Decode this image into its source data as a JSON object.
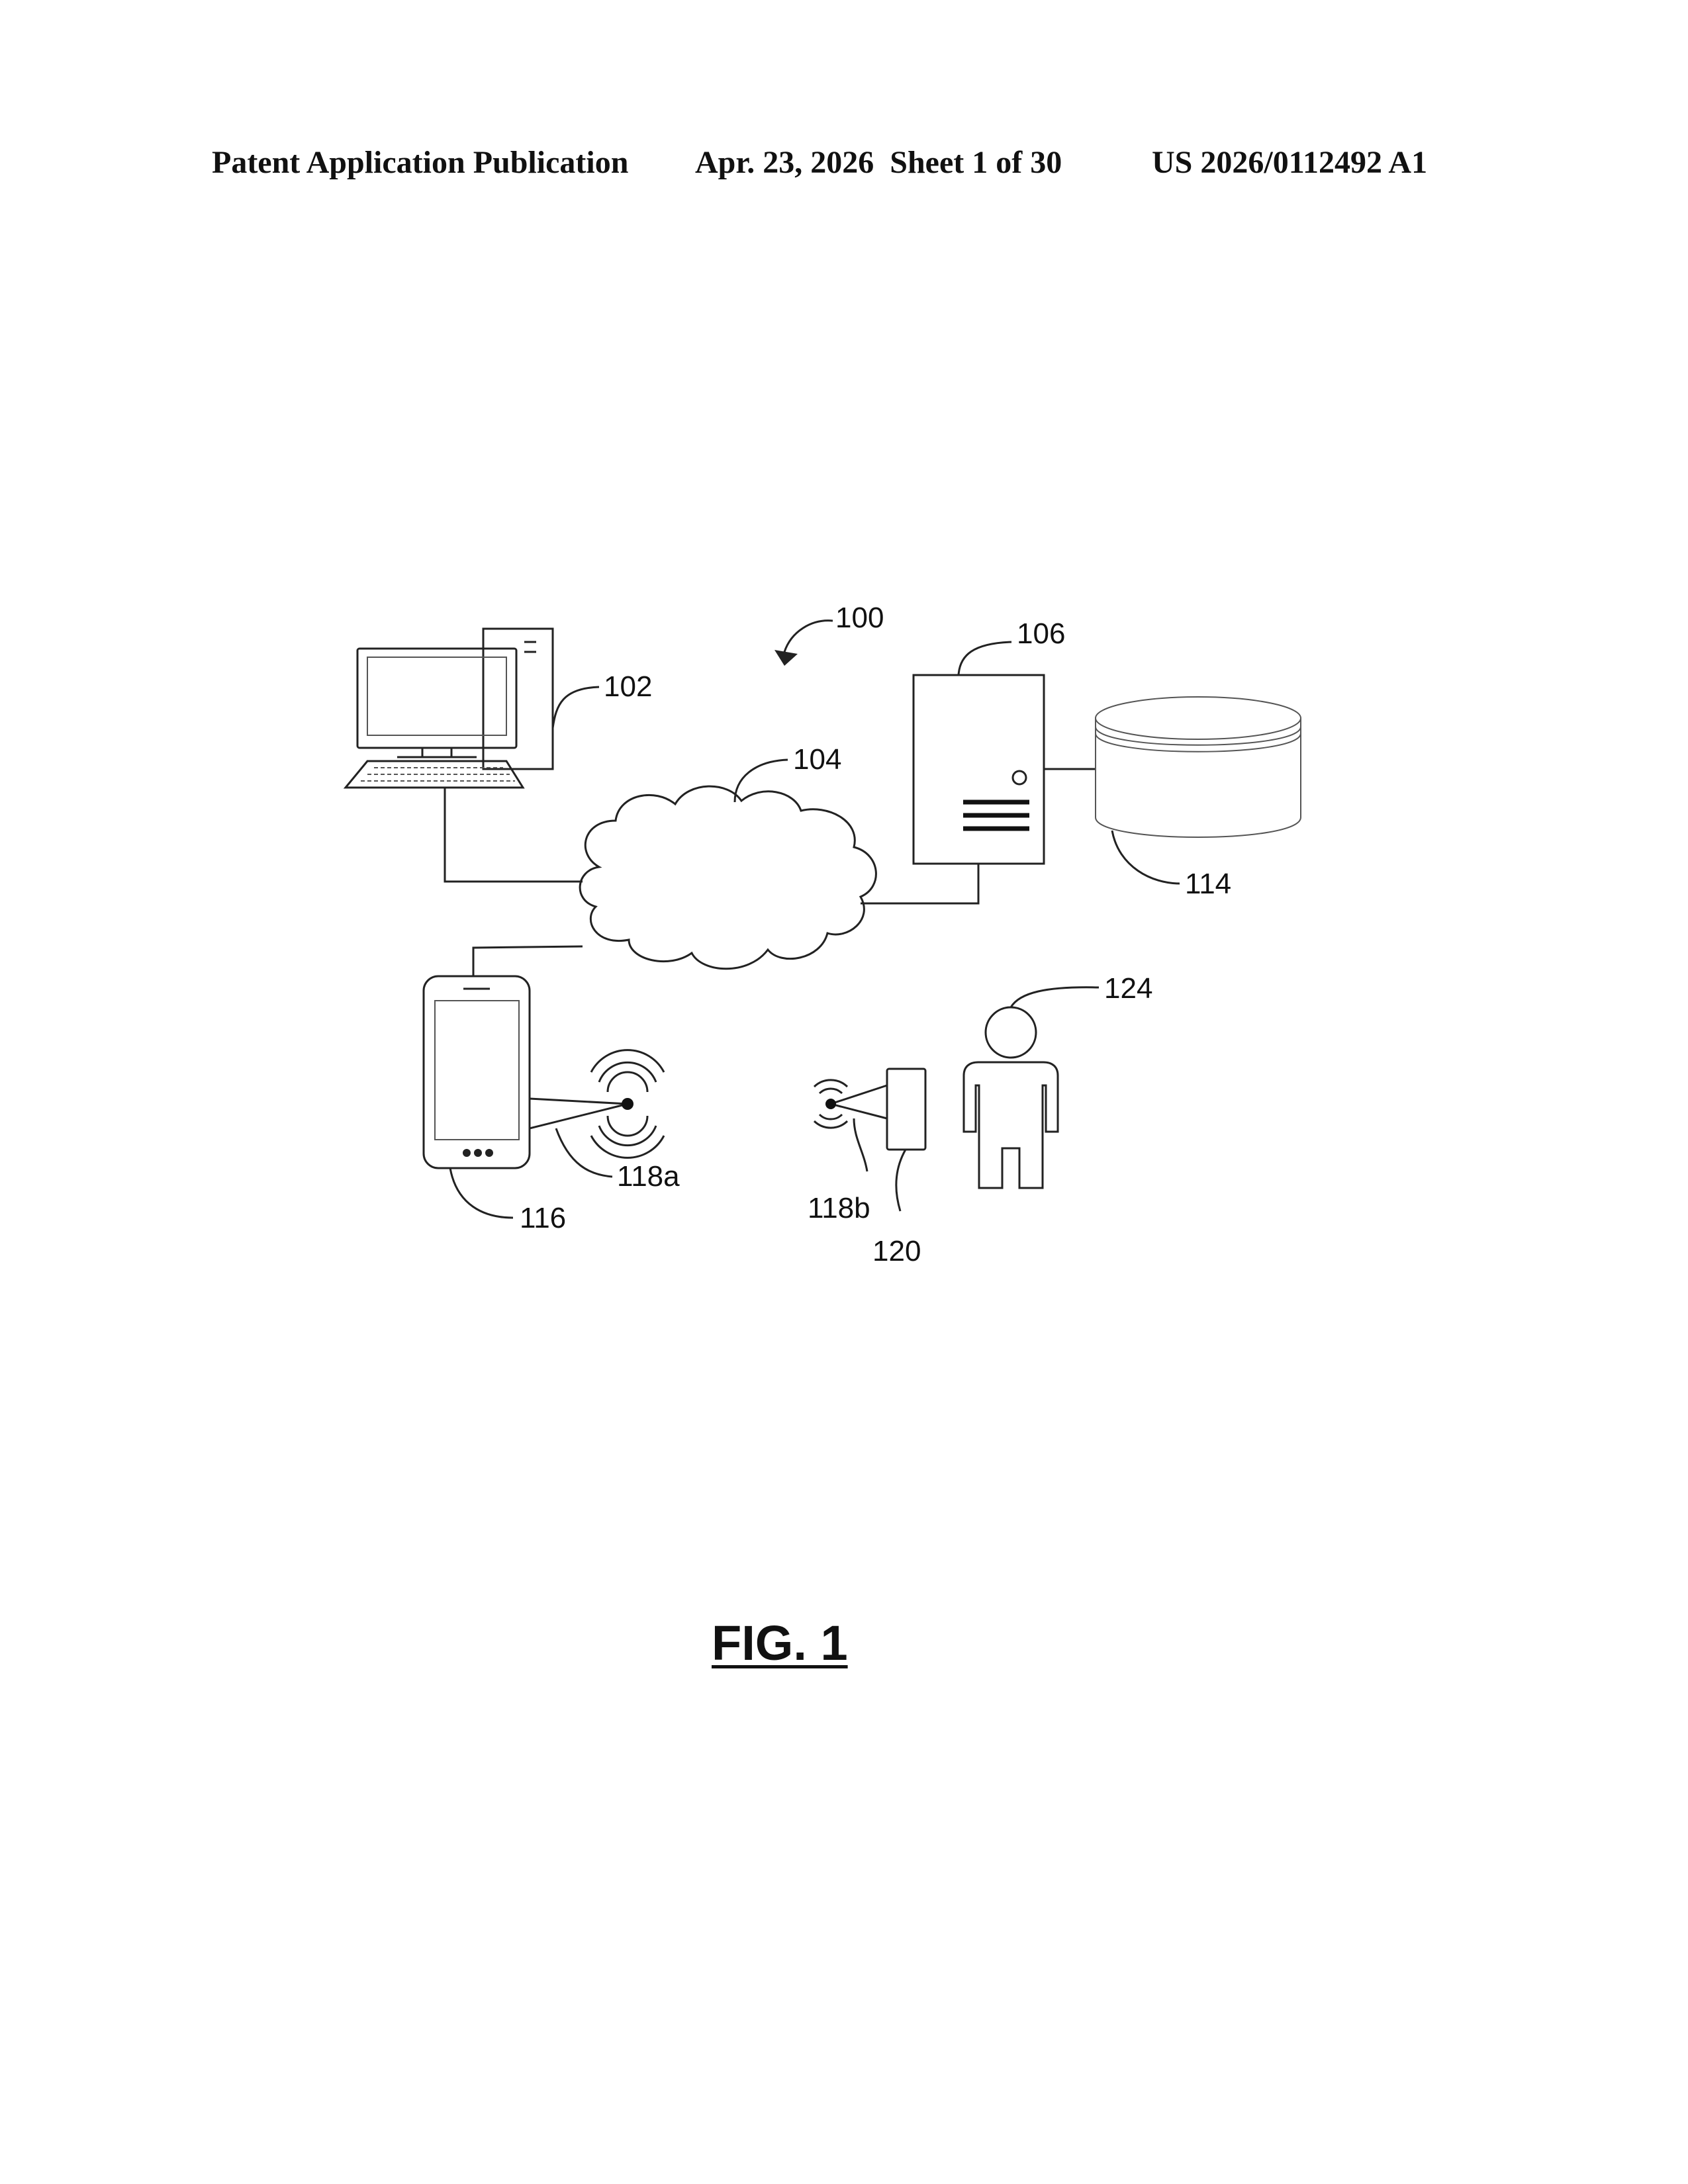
{
  "header": {
    "left": "Patent Application Publication",
    "middle": "Apr. 23, 2026  Sheet 1 of 30",
    "right": "US 2026/0112492 A1"
  },
  "labels": {
    "system": "100",
    "computer": "102",
    "network": "104",
    "server": "106",
    "database": "114",
    "mobile": "116",
    "signal_a": "118a",
    "signal_b": "118b",
    "reader": "120",
    "person": "124"
  },
  "figure_title": "FIG. 1"
}
